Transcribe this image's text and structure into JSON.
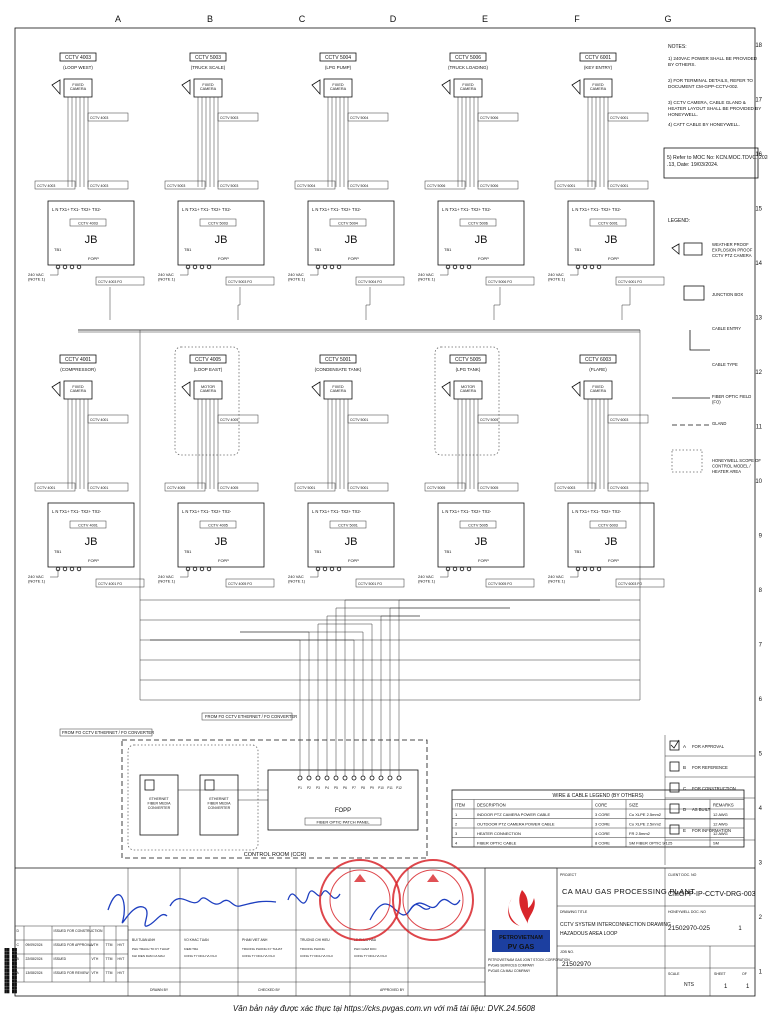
{
  "grid": {
    "columns": [
      "A",
      "B",
      "C",
      "D",
      "E",
      "F",
      "G"
    ],
    "rows": [
      "18",
      "17",
      "16",
      "15",
      "14",
      "13",
      "12",
      "11",
      "10",
      "9",
      "8",
      "7",
      "6",
      "5",
      "4",
      "3",
      "2",
      "1"
    ]
  },
  "top_cameras": [
    {
      "tag": "CCTV 4003",
      "area": "(LOOP WEST)",
      "box": "JB",
      "cam": "FIXED\nCAMERA"
    },
    {
      "tag": "CCTV 5003",
      "area": "(TRUCK SCALE)",
      "box": "JB",
      "cam": "FIXED\nCAMERA"
    },
    {
      "tag": "CCTV 5004",
      "area": "(LPG PUMP)",
      "box": "JB",
      "cam": "FIXED\nCAMERA"
    },
    {
      "tag": "CCTV 5006",
      "area": "(TRUCK LOADING)",
      "box": "JB",
      "cam": "FIXED\nCAMERA"
    },
    {
      "tag": "CCTV 6001",
      "area": "(KEY ENTRY)",
      "box": "JB",
      "cam": "FIXED\nCAMERA"
    }
  ],
  "bottom_cameras": [
    {
      "tag": "CCTV 4001",
      "area": "(COMPRESSOR)",
      "box": "JB",
      "cam": "FIXED\nCAMERA"
    },
    {
      "tag": "CCTV 4005",
      "area": "(LOOP EAST)",
      "box": "JB",
      "cam": "MOTOR\nCAMERA"
    },
    {
      "tag": "CCTV 5001",
      "area": "(CONDENSATE TANK)",
      "box": "JB",
      "cam": "FIXED\nCAMERA"
    },
    {
      "tag": "CCTV 5005",
      "area": "(LPG TANK)",
      "box": "JB",
      "cam": "MOTOR\nCAMERA"
    },
    {
      "tag": "CCTV 6003",
      "area": "(FLARE)",
      "box": "JB",
      "cam": "FIXED\nCAMERA"
    }
  ],
  "jb_terminals": "L N TX1+ TX1- TX2+ TX2-",
  "jb_power": "240 VAC\n(NOTE 1)",
  "notes": {
    "title": "NOTES:",
    "items": [
      "1) 240VAC POWER SHALL BE PROVIDED BY OTHERS.",
      "2) FOR TERMINAL DETAILS, REFER TO DOCUMENT CM-GPP-CCTV-002.",
      "3) CCTV CAMERA, CABLE GLAND & HEATER LAYOUT SHALL BE PROVIDED BY HONEYWELL.",
      "4) CATT CABLE BY HONEYWELL."
    ],
    "boxed": "5) Refer to MOC No: KCN.MOC.TDVC. 2024.13, Date: 19/03/2024."
  },
  "legend": {
    "title": "LEGEND:",
    "items": [
      "WEATHER PROOF EXPLOSION PROOF CCTV PTZ CAMERA",
      "JUNCTION BOX",
      "CABLE ENTRY",
      "CABLE TYPE",
      "FIBER OPTIC FIELD (FO)",
      "GLAND",
      "HONEYWELL SCOPE OF CONTROL MODEL / HEATER AREA"
    ]
  },
  "control_room": {
    "label": "CONTROL ROOM (CCR)",
    "fopp": "FOPP",
    "fopp_label": "FIBER OPTIC PATCH PANEL",
    "converter1": "ETHERNET FIBER MEDIA CONVERTER",
    "converter2": "ETHERNET FIBER MEDIA CONVERTER",
    "link1": "FROM FO CCTV ETHERNET / FO CONVERTER",
    "link2": "FROM FO CCTV ETHERNET / FO CONVERTER",
    "ports": [
      "P1",
      "P2",
      "P3",
      "P4",
      "P5",
      "P6",
      "P7",
      "P8",
      "P9",
      "P10",
      "P11",
      "P12"
    ]
  },
  "cable_legend": {
    "title": "WIRE & CABLE LEGEND (BY OTHERS)",
    "headers": [
      "ITEM",
      "DESCRIPTION",
      "CORE",
      "SIZE",
      "REMARKS"
    ],
    "rows": [
      [
        "1",
        "INDOOR PTZ CAMERA POWER CABLE",
        "3 CORE",
        "Cu XLPE 2.5mm2",
        "12 AWG"
      ],
      [
        "2",
        "OUTDOOR PTZ CAMERA POWER CABLE",
        "3 CORE",
        "Cu XLPE 2.5mm2",
        "12 AWG"
      ],
      [
        "3",
        "HEATER CONNECTION",
        "4 CORE",
        "FR 2.5mm2",
        "12 AWG"
      ],
      [
        "4",
        "FIBER OPTIC CABLE",
        "8 CORE",
        "SM FIBER OPTIC 9/125",
        "SM"
      ]
    ]
  },
  "revisions": {
    "rows": [
      [
        "A",
        "13/08/2024",
        "ISSUED FOR REVIEW",
        "VTH",
        "TTM",
        "HVT"
      ],
      [
        "B",
        "22/08/2024",
        "ISSUED",
        "VTH",
        "TTM",
        "HVT"
      ],
      [
        "C",
        "09/09/2024",
        "ISSUED FOR APPROVAL",
        "VTH",
        "TTM",
        "HVT"
      ],
      [
        "D",
        "",
        "ISSUED FOR CONSTRUCTION",
        "",
        "",
        ""
      ]
    ],
    "check_items": [
      {
        "mark": "A",
        "label": "FOR APPROVAL"
      },
      {
        "mark": "B",
        "label": "FOR REFERENCE"
      },
      {
        "mark": "C",
        "label": "FOR CONSTRUCTION"
      },
      {
        "mark": "D",
        "label": "AS BUILT"
      },
      {
        "mark": "E",
        "label": "FOR INFORMATION"
      }
    ]
  },
  "signatures": [
    {
      "name": "BUI TUAN ANH",
      "role": "PHU TRACH TO KY THUAT",
      "company": "KHI DIEN DAM CA MAU"
    },
    {
      "name": "VO KHAC TUAN",
      "role": "KIEM TRA",
      "company": "CONG TY DICH VU KHI"
    },
    {
      "name": "PHAM VIET ANH",
      "role": "TRUONG PHONG KY THUAT",
      "company": "CONG TY DICH VU KHI"
    },
    {
      "name": "TRUONG CHI HIEU",
      "role": "TRUONG PHONG",
      "company": "CONG TY DICH VU KHI"
    },
    {
      "name": "LE PHUC HAU",
      "role": "PHO GIAM DOC",
      "company": "CONG TY DICH VU KHI"
    }
  ],
  "sign_roles": [
    "DRAWN BY",
    "CHECKED BY",
    "APPROVED BY"
  ],
  "title_block": {
    "project": "CA MAU GAS PROCESSING PLANT",
    "client_no": "CMGPP-IP-CCTV-DRG-003",
    "drawing_title_label": "DRAWING TITLE",
    "drawing_title": "CCTV SYSTEM INTERCONNECTION DRAWING HAZADOUS AREA LOOP",
    "vendor_no": "21502970-025",
    "job_no": "21502970",
    "rev": "1",
    "scale": "NTS",
    "sheet": "1",
    "of": "1",
    "logo_text": "PETROVIETNAM PV GAS",
    "company_lines": [
      "PETROVIETNAM GAS JOINT STOCK CORPORATION",
      "PVGAS SERVICES COMPANY",
      "PVGAS CA MAU COMPANY"
    ]
  },
  "footer": "Văn bản này được xác thực tại https://cks.pvgas.com.vn với mã tài liệu: DVK.24.5608",
  "colors": {
    "stamp": "#d8262b",
    "signature": "#1e3fc0",
    "ink": "#111111",
    "logo_red": "#d8262b",
    "logo_blue": "#1c3fa0"
  }
}
